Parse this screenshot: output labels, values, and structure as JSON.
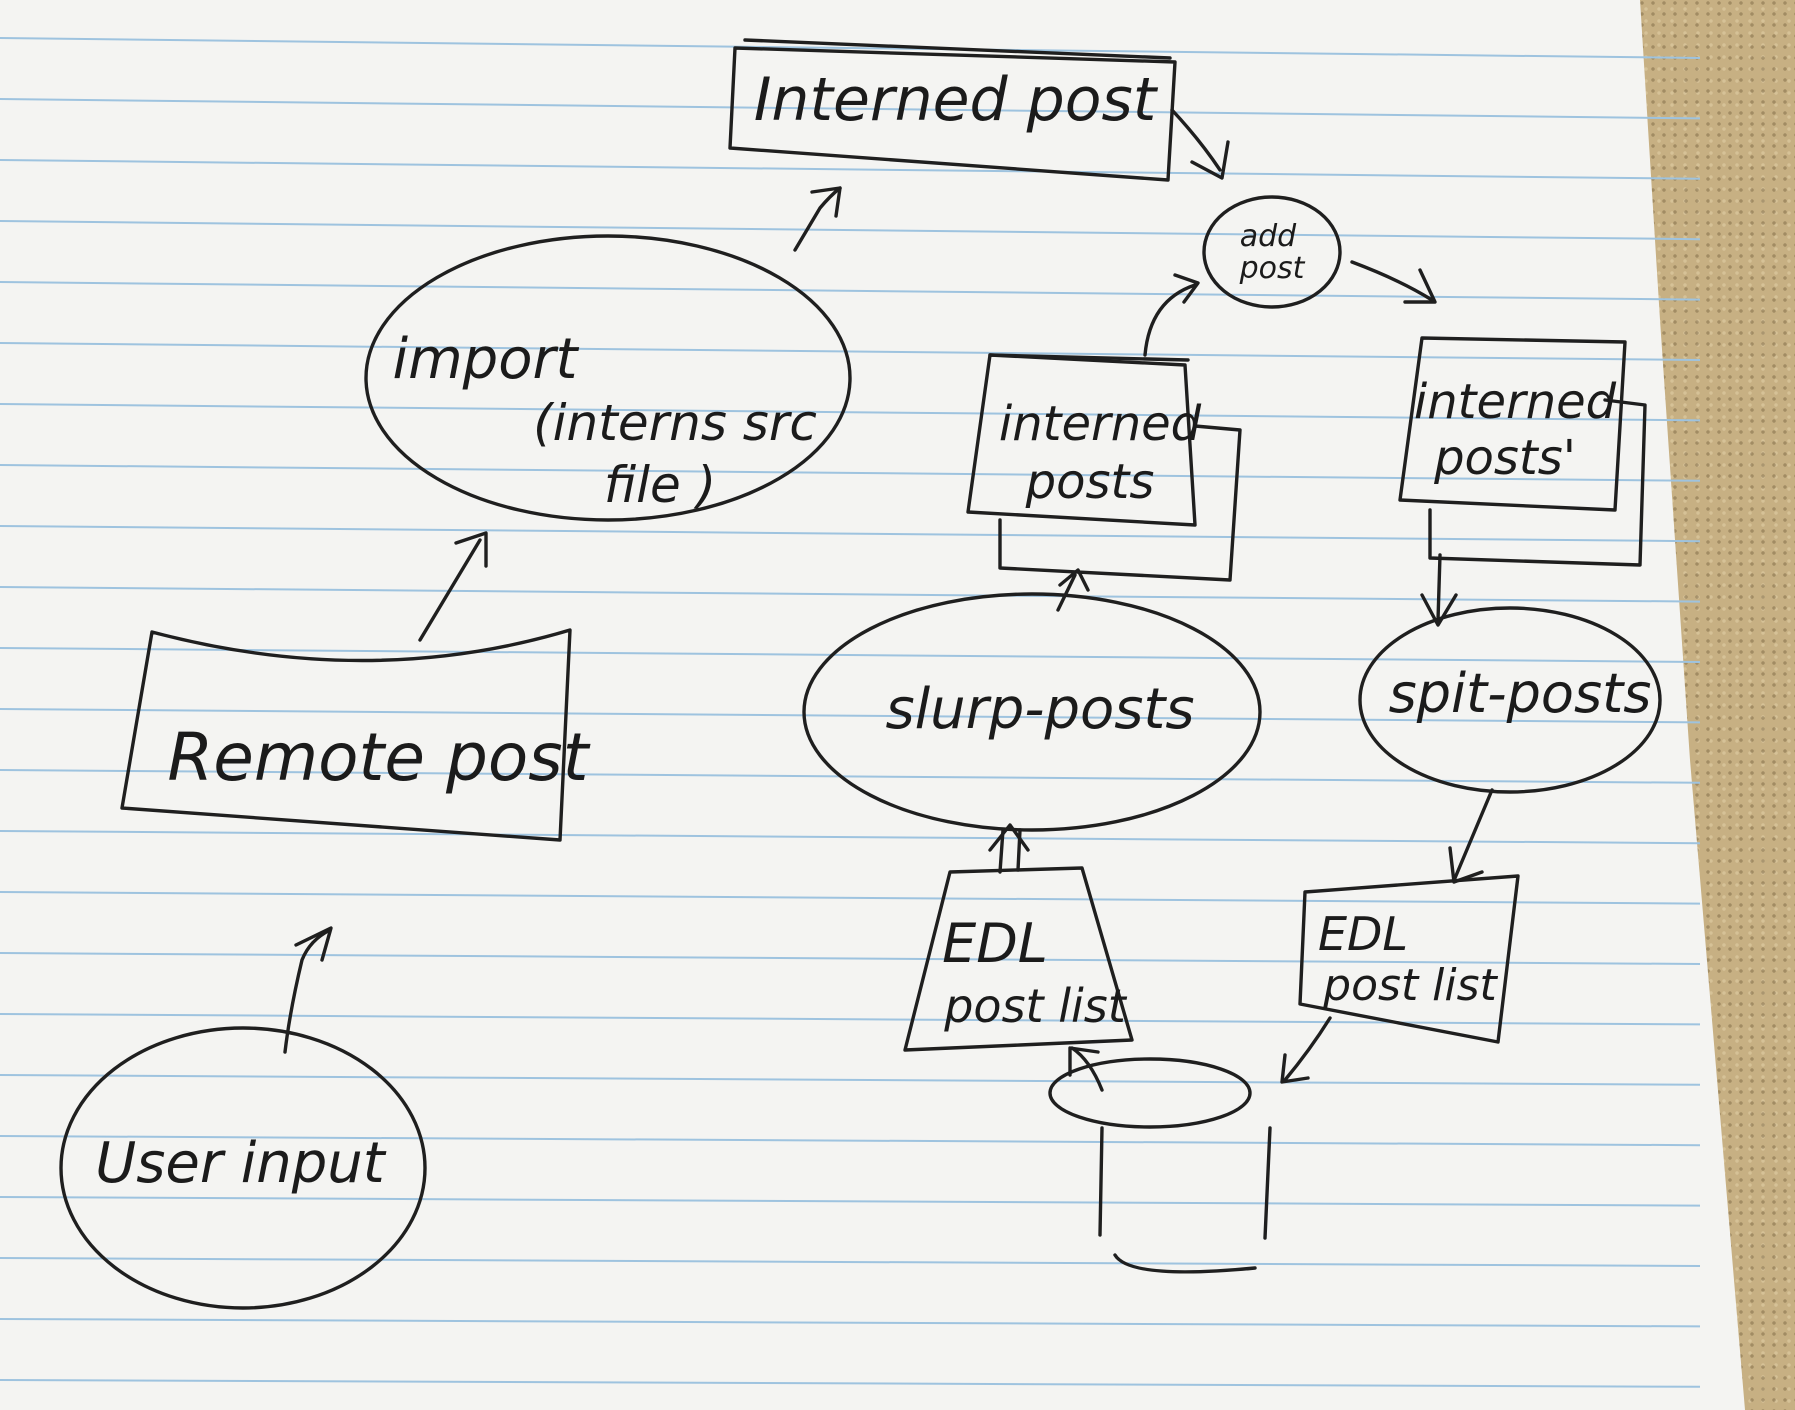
{
  "diagram": {
    "nodes": {
      "interned_post": "Interned post",
      "add_post": {
        "line1": "add",
        "line2": "post"
      },
      "import": {
        "line1": "import",
        "line2": "(interns src",
        "line3": "file )"
      },
      "interned_posts_left": {
        "line1": "interned",
        "line2": "posts"
      },
      "interned_posts_right": {
        "line1": "interned",
        "line2": "posts'"
      },
      "remote_post": "Remote post",
      "slurp_posts": "slurp-posts",
      "spit_posts": "spit-posts",
      "edl_left": {
        "line1": "EDL",
        "line2": "post list"
      },
      "edl_right": {
        "line1": "EDL",
        "line2": "post list"
      },
      "user_input": "User input"
    },
    "edges": [
      {
        "from": "User input",
        "to": "Remote post"
      },
      {
        "from": "Remote post",
        "to": "import"
      },
      {
        "from": "import",
        "to": "Interned post"
      },
      {
        "from": "Interned post",
        "to": "add post"
      },
      {
        "from": "interned posts",
        "to": "add post"
      },
      {
        "from": "add post",
        "to": "interned posts'"
      },
      {
        "from": "slurp-posts",
        "to": "interned posts"
      },
      {
        "from": "EDL post list",
        "to": "slurp-posts"
      },
      {
        "from": "interned posts'",
        "to": "spit-posts"
      },
      {
        "from": "spit-posts",
        "to": "EDL post list"
      },
      {
        "from": "database",
        "to": "EDL post list"
      },
      {
        "from": "EDL post list",
        "to": "database"
      }
    ]
  },
  "colors": {
    "paper": "#f4f4f2",
    "rule_line": "#9ec3df",
    "ink": "#1f1f1f",
    "carpet": "#c7b083"
  }
}
